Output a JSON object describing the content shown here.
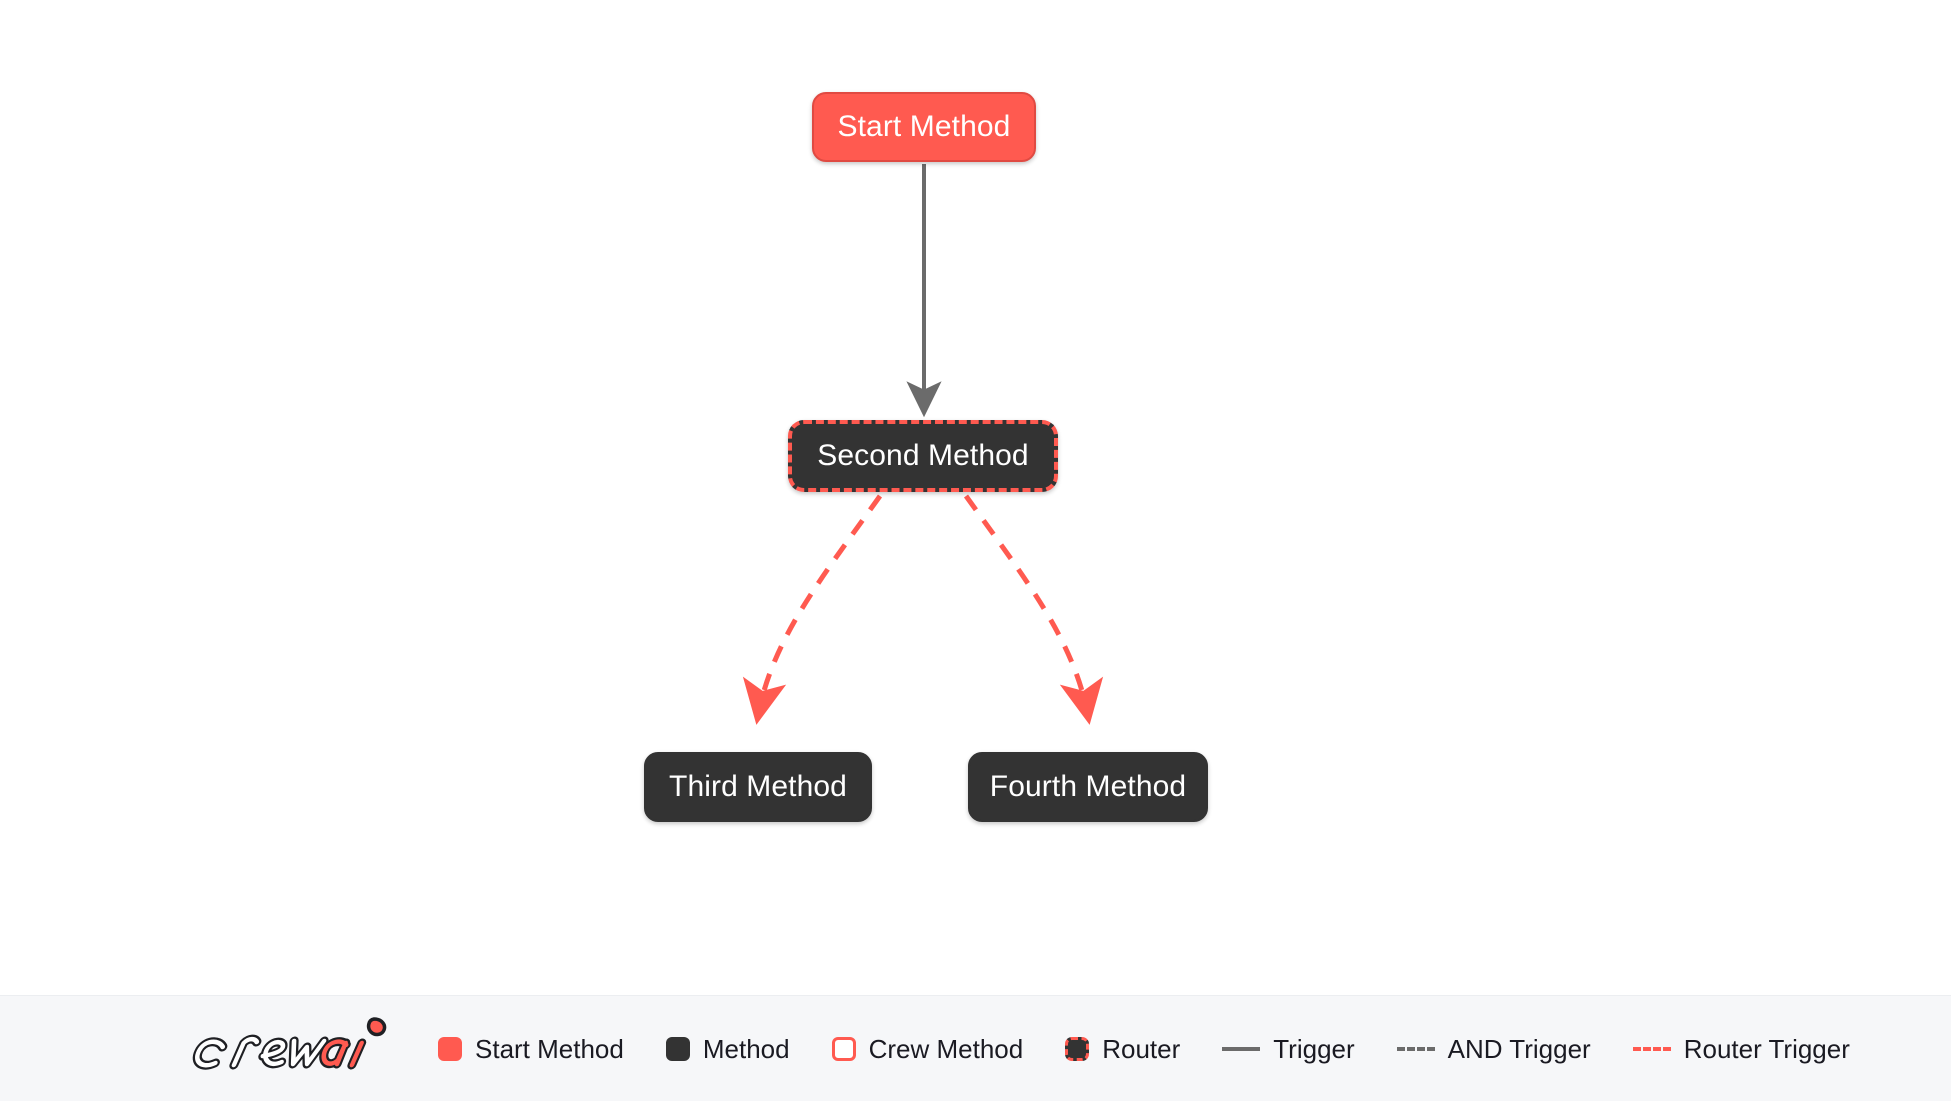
{
  "canvas": {
    "background_color": "#ffffff",
    "nodes": [
      {
        "id": "start",
        "label": "Start Method",
        "type": "start-method",
        "fill": "#ff5a50",
        "text_color": "#ffffff"
      },
      {
        "id": "second",
        "label": "Second Method",
        "type": "router",
        "fill": "#333333",
        "border_color": "#ff5a50",
        "text_color": "#ffffff"
      },
      {
        "id": "third",
        "label": "Third Method",
        "type": "method",
        "fill": "#333333",
        "text_color": "#ffffff"
      },
      {
        "id": "fourth",
        "label": "Fourth Method",
        "type": "method",
        "fill": "#333333",
        "text_color": "#ffffff"
      }
    ],
    "edges": [
      {
        "from": "start",
        "to": "second",
        "style": "trigger",
        "color": "#6b6b6b",
        "dashed": false
      },
      {
        "from": "second",
        "to": "third",
        "style": "router-trigger",
        "color": "#ff5a50",
        "dashed": true
      },
      {
        "from": "second",
        "to": "fourth",
        "style": "router-trigger",
        "color": "#ff5a50",
        "dashed": true
      }
    ]
  },
  "legend": {
    "logo_text_primary": "crew",
    "logo_text_accent": "ai",
    "items": [
      {
        "label": "Start Method",
        "swatch": "solid-coral",
        "color": "#ff5a50"
      },
      {
        "label": "Method",
        "swatch": "solid-dark",
        "color": "#333333"
      },
      {
        "label": "Crew Method",
        "swatch": "outline-coral",
        "color": "#ff5a50"
      },
      {
        "label": "Router",
        "swatch": "dashed-dark",
        "color": "#ff5a50"
      },
      {
        "label": "Trigger",
        "swatch": "line-solid",
        "color": "#6b6b6b"
      },
      {
        "label": "AND Trigger",
        "swatch": "line-dashed",
        "color": "#6b6b6b"
      },
      {
        "label": "Router Trigger",
        "swatch": "line-dashed",
        "color": "#ff5a50"
      }
    ]
  }
}
